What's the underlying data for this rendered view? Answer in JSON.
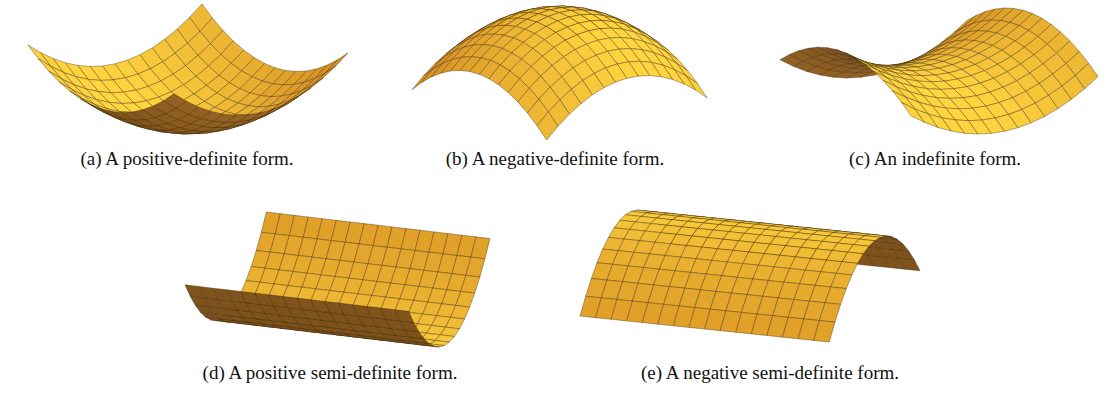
{
  "diagram": {
    "labels": [
      "(a) A positive-definite form.",
      "(b) A negative-definite form.",
      "(c) An indefinite form.",
      "(d) A positive semi-definite form.",
      "(e) A negative semi-definite form."
    ]
  }
}
